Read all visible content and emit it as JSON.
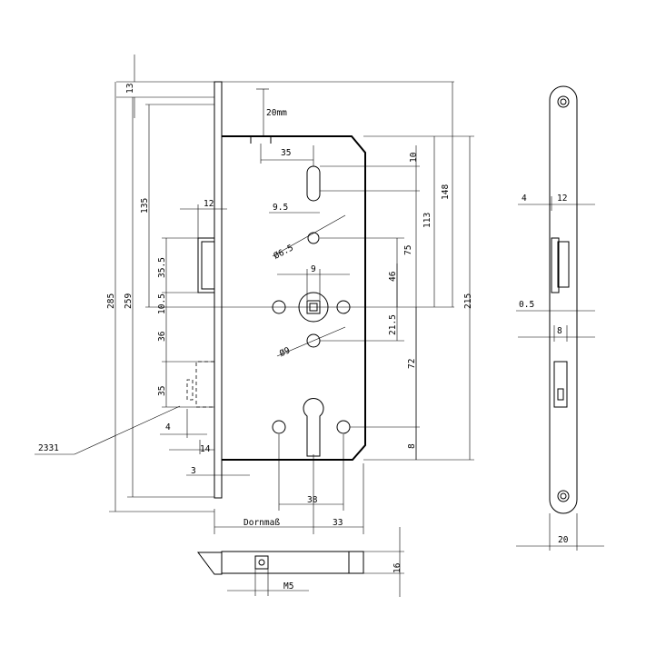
{
  "labels": {
    "d_13": "13",
    "d_20mm": "20mm",
    "d_35_top": "35",
    "d_10": "10",
    "d_148": "148",
    "d_135": "135",
    "d_12": "12",
    "d_9_5": "9.5",
    "d_113": "113",
    "d_215": "215",
    "d_285": "285",
    "d_259": "259",
    "d_phi6_5": "Ø6.5",
    "d_75": "75",
    "d_35_5": "35.5",
    "d_9": "9",
    "d_46": "46",
    "d_10_5": "10.5",
    "d_21_5": "21.5",
    "d_36": "36",
    "d_phi9": "Ø9",
    "d_72": "72",
    "d_35_left": "35",
    "d_4_left": "4",
    "d_2331": "2331",
    "d_14": "14",
    "d_8_bottom": "8",
    "d_3": "3",
    "d_38": "38",
    "d_dornmass": "Dornmaß",
    "d_33": "33",
    "d_16": "16",
    "d_m5": "M5",
    "d_4_right": "4",
    "d_12_right": "12",
    "d_0_5": "0.5",
    "d_8_right": "8",
    "d_20": "20"
  }
}
